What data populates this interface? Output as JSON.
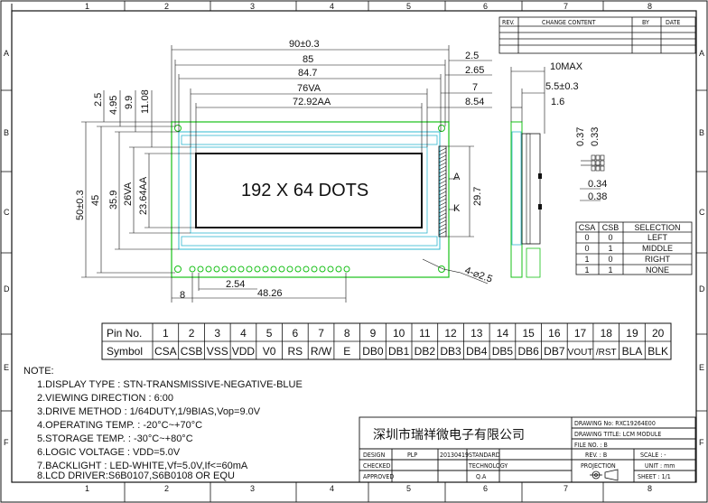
{
  "border": {
    "top_numbers": [
      "1",
      "2",
      "3",
      "4",
      "5",
      "6",
      "7",
      "8"
    ],
    "bottom_numbers": [
      "1",
      "2",
      "3",
      "4",
      "5",
      "6",
      "7",
      "8"
    ],
    "side_letters": [
      "A",
      "B",
      "C",
      "D",
      "E",
      "F"
    ]
  },
  "revision_header": {
    "rev": "REV.",
    "change_content": "CHANGE CONTENT",
    "by": "BY",
    "date": "DATE"
  },
  "dims": {
    "outline_width": "90±0.3",
    "d85": "85",
    "d847": "84.7",
    "va_width": "76VA",
    "aa_width": "72.92AA",
    "r25": "2.5",
    "r265": "2.65",
    "r7": "7",
    "r854": "8.54",
    "v25": "2.5",
    "v495": "4.95",
    "v99": "9.9",
    "v1108": "11.08",
    "h50": "50±0.3",
    "h45": "45",
    "h359": "35.9",
    "h26va": "26VA",
    "h2364": "23.64AA",
    "h297": "29.7",
    "led_a": "A",
    "led_k": "K",
    "holes": "4-⌀2.5",
    "pin_start": "8",
    "pitch": "2.54",
    "pin_span": "48.26",
    "side_10max": "10MAX",
    "side_55": "5.5±0.3",
    "side_16": "1.6",
    "dot_037": "0.37",
    "dot_033": "0.33",
    "dot_034": "0.34",
    "dot_038": "0.38"
  },
  "display_text": "192 X 64 DOTS",
  "selection_table": {
    "headers": [
      "CSA",
      "CSB",
      "SELECTION"
    ],
    "rows": [
      [
        "0",
        "0",
        "LEFT"
      ],
      [
        "0",
        "1",
        "MIDDLE"
      ],
      [
        "1",
        "0",
        "RIGHT"
      ],
      [
        "1",
        "1",
        "NONE"
      ]
    ]
  },
  "pin_table": {
    "row1_label": "Pin No.",
    "row2_label": "Symbol",
    "pins": [
      "1",
      "2",
      "3",
      "4",
      "5",
      "6",
      "7",
      "8",
      "9",
      "10",
      "11",
      "12",
      "13",
      "14",
      "15",
      "16",
      "17",
      "18",
      "19",
      "20"
    ],
    "symbols": [
      "CSA",
      "CSB",
      "VSS",
      "VDD",
      "V0",
      "RS",
      "R/W",
      "E",
      "DB0",
      "DB1",
      "DB2",
      "DB3",
      "DB4",
      "DB5",
      "DB6",
      "DB7",
      "VOUT",
      "/RST",
      "BLA",
      "BLK"
    ]
  },
  "notes": {
    "title": "NOTE:",
    "items": [
      "1.DISPLAY TYPE : STN-TRANSMISSIVE-NEGATIVE-BLUE",
      "2.VIEWING DIRECTION : 6:00",
      "3.DRIVE METHOD : 1/64DUTY,1/9BIAS,Vop=9.0V",
      "4.OPERATING TEMP. : -20°C~+70°C",
      "5.STORAGE TEMP. : -30°C~+80°C",
      "6.LOGIC VOLTAGE : VDD=5.0V",
      "7.BACKLIGHT : LED-WHITE,Vf=5.0V,If<=60mA",
      "8.LCD DRIVER:S6B0107,S6B0108 OR EQU"
    ]
  },
  "title_block": {
    "company": "深圳市瑞祥微电子有限公司",
    "drawing_no": "DRAWING No: RXC19264E00",
    "drawing_title": "DRAWING TITLE: LCM MODULE",
    "file_no": "FILE NO. : B",
    "design_label": "DESIGN",
    "design_value": "PLP",
    "date": "20130419",
    "standard": "STANDARD",
    "checked": "CHECKED",
    "technology": "TECHNOLOGY",
    "approved": "APPROVED",
    "qa": "Q.A",
    "rev": "REV. : B",
    "scale": "SCALE : -",
    "projection": "PROJECTION",
    "unit": "UNIT : mm",
    "sheet": "SHEET : 1/1"
  },
  "colors": {
    "pcb": "#18c018",
    "cyan": "#2fb8d0",
    "ink": "#111111"
  }
}
